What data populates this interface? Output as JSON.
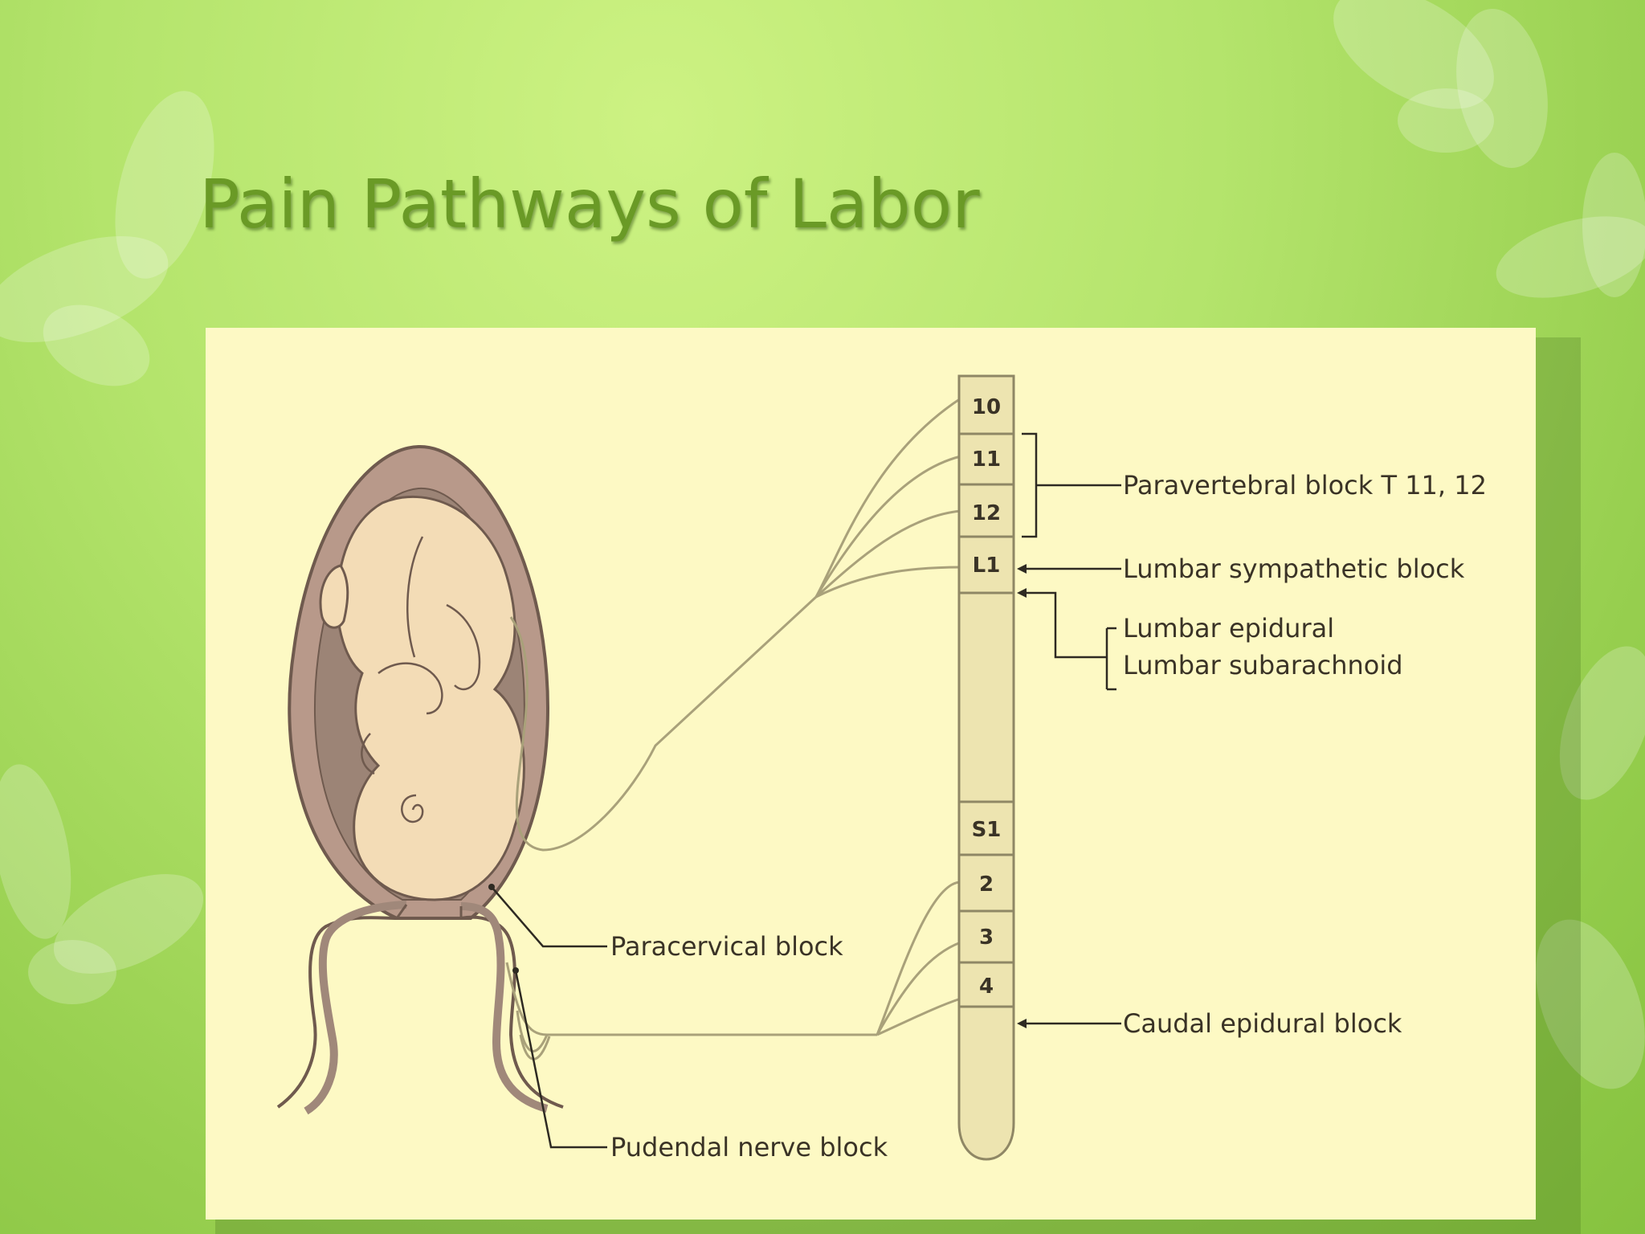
{
  "slide": {
    "title": "Pain Pathways of Labor"
  },
  "spine": {
    "segments": [
      "10",
      "11",
      "12",
      "L1",
      "S1",
      "2",
      "3",
      "4"
    ]
  },
  "labels": {
    "paravertebral": "Paravertebral block T 11, 12",
    "lumbar_sympathetic": "Lumbar sympathetic block",
    "lumbar_epidural": "Lumbar epidural",
    "lumbar_subarachnoid": "Lumbar subarachnoid",
    "caudal_epidural": "Caudal epidural block",
    "paracervical": "Paracervical block",
    "pudendal": "Pudendal nerve block"
  },
  "colors": {
    "background": "#b4e46c",
    "title": "#6a9a26",
    "panel": "#fdf9c4",
    "spine_fill": "#ede4b0",
    "uterus": "#b8998a",
    "uterine_cavity": "#9c8476",
    "fetus": "#f3dcb6",
    "nerve": "#a9a17a",
    "pointer": "#2e2a22"
  }
}
